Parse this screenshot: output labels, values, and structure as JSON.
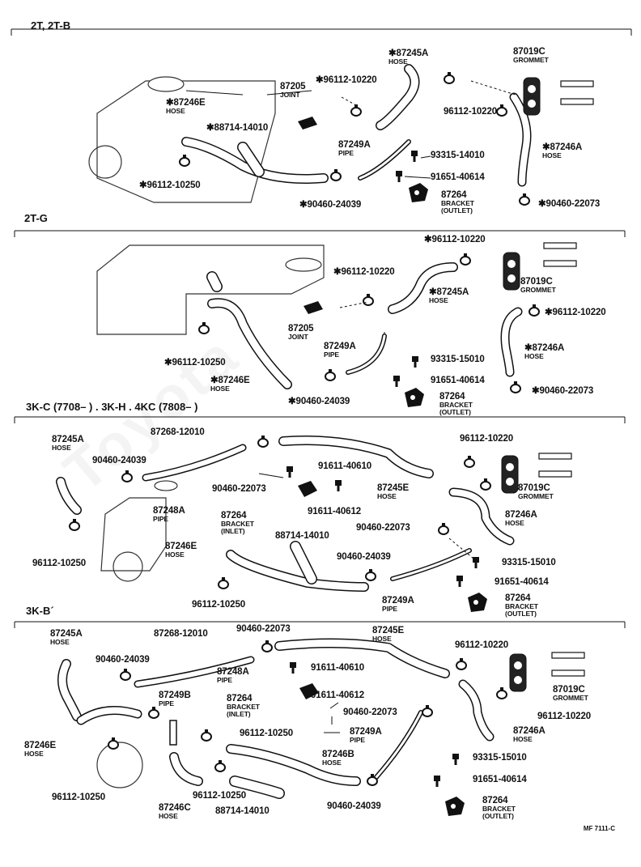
{
  "watermark": "Toyota",
  "figure_code": "MF 7111-C",
  "sections": [
    {
      "title": "2T, 2T-B",
      "labels": [
        {
          "id": "s1-87245a",
          "num": "✱87245A",
          "sub": "HOSE"
        },
        {
          "id": "s1-87019c",
          "num": "87019C",
          "sub": "GROMMET"
        },
        {
          "id": "s1-96112-10220a",
          "num": "✱96112-10220",
          "sub": ""
        },
        {
          "id": "s1-87205",
          "num": "87205",
          "sub": "JOINT"
        },
        {
          "id": "s1-87246e",
          "num": "✱87246E",
          "sub": "HOSE"
        },
        {
          "id": "s1-96112-10220b",
          "num": "96112-10220",
          "sub": ""
        },
        {
          "id": "s1-88714",
          "num": "✱88714-14010",
          "sub": ""
        },
        {
          "id": "s1-87246a",
          "num": "✱87246A",
          "sub": "HOSE"
        },
        {
          "id": "s1-87249a",
          "num": "87249A",
          "sub": "PIPE"
        },
        {
          "id": "s1-93315",
          "num": "93315-14010",
          "sub": ""
        },
        {
          "id": "s1-91651",
          "num": "91651-40614",
          "sub": ""
        },
        {
          "id": "s1-96112-10250",
          "num": "✱96112-10250",
          "sub": ""
        },
        {
          "id": "s1-87264",
          "num": "87264",
          "sub": "BRACKET\n(OUTLET)"
        },
        {
          "id": "s1-90460-22073",
          "num": "✱90460-22073",
          "sub": ""
        },
        {
          "id": "s1-90460-24039",
          "num": "✱90460-24039",
          "sub": ""
        }
      ]
    },
    {
      "title": "2T-G",
      "labels": [
        {
          "id": "s2-96112-10220a",
          "num": "✱96112-10220",
          "sub": ""
        },
        {
          "id": "s2-96112-10220b",
          "num": "✱96112-10220",
          "sub": ""
        },
        {
          "id": "s2-87019c",
          "num": "87019C",
          "sub": "GROMMET"
        },
        {
          "id": "s2-87245a",
          "num": "✱87245A",
          "sub": "HOSE"
        },
        {
          "id": "s2-96112-10220c",
          "num": "✱96112-10220",
          "sub": ""
        },
        {
          "id": "s2-87205",
          "num": "87205",
          "sub": "JOINT"
        },
        {
          "id": "s2-87249a",
          "num": "87249A",
          "sub": "PIPE"
        },
        {
          "id": "s2-87246a",
          "num": "✱87246A",
          "sub": "HOSE"
        },
        {
          "id": "s2-93315",
          "num": "93315-15010",
          "sub": ""
        },
        {
          "id": "s2-96112-10250",
          "num": "✱96112-10250",
          "sub": ""
        },
        {
          "id": "s2-91651",
          "num": "91651-40614",
          "sub": ""
        },
        {
          "id": "s2-87246e",
          "num": "✱87246E",
          "sub": "HOSE"
        },
        {
          "id": "s2-90460-22073",
          "num": "✱90460-22073",
          "sub": ""
        },
        {
          "id": "s2-87264",
          "num": "87264",
          "sub": "BRACKET\n(OUTLET)"
        },
        {
          "id": "s2-90460-24039",
          "num": "✱90460-24039",
          "sub": ""
        }
      ]
    },
    {
      "title": "3K-C (7708–        ) . 3K-H . 4KC (7808–        )",
      "labels": [
        {
          "id": "s3-87268",
          "num": "87268-12010",
          "sub": ""
        },
        {
          "id": "s3-87245a",
          "num": "87245A",
          "sub": "HOSE"
        },
        {
          "id": "s3-96112-10220",
          "num": "96112-10220",
          "sub": ""
        },
        {
          "id": "s3-90460-24039a",
          "num": "90460-24039",
          "sub": ""
        },
        {
          "id": "s3-91611-40610",
          "num": "91611-40610",
          "sub": ""
        },
        {
          "id": "s3-90460-22073a",
          "num": "90460-22073",
          "sub": ""
        },
        {
          "id": "s3-87245e",
          "num": "87245E",
          "sub": "HOSE"
        },
        {
          "id": "s3-87019c",
          "num": "87019C",
          "sub": "GROMMET"
        },
        {
          "id": "s3-87248a",
          "num": "87248A",
          "sub": "PIPE"
        },
        {
          "id": "s3-91611-40612",
          "num": "91611-40612",
          "sub": ""
        },
        {
          "id": "s3-87246a",
          "num": "87246A",
          "sub": "HOSE"
        },
        {
          "id": "s3-87264a",
          "num": "87264",
          "sub": "BRACKET\n(INLET)"
        },
        {
          "id": "s3-90460-22073b",
          "num": "90460-22073",
          "sub": ""
        },
        {
          "id": "s3-88714",
          "num": "88714-14010",
          "sub": ""
        },
        {
          "id": "s3-87246e",
          "num": "87246E",
          "sub": "HOSE"
        },
        {
          "id": "s3-96112-10250a",
          "num": "96112-10250",
          "sub": ""
        },
        {
          "id": "s3-90460-24039b",
          "num": "90460-24039",
          "sub": ""
        },
        {
          "id": "s3-93315",
          "num": "93315-15010",
          "sub": ""
        },
        {
          "id": "s3-91651",
          "num": "91651-40614",
          "sub": ""
        },
        {
          "id": "s3-96112-10250b",
          "num": "96112-10250",
          "sub": ""
        },
        {
          "id": "s3-87249a",
          "num": "87249A",
          "sub": "PIPE"
        },
        {
          "id": "s3-87264b",
          "num": "87264",
          "sub": "BRACKET\n(OUTLET)"
        }
      ]
    },
    {
      "title": "3K-B´",
      "labels": [
        {
          "id": "s4-87245a",
          "num": "87245A",
          "sub": "HOSE"
        },
        {
          "id": "s4-87268",
          "num": "87268-12010",
          "sub": ""
        },
        {
          "id": "s4-90460-22073a",
          "num": "90460-22073",
          "sub": ""
        },
        {
          "id": "s4-87245e",
          "num": "87245E",
          "sub": "HOSE"
        },
        {
          "id": "s4-90460-24039a",
          "num": "90460-24039",
          "sub": ""
        },
        {
          "id": "s4-96112-10220a",
          "num": "96112-10220",
          "sub": ""
        },
        {
          "id": "s4-91611-40610",
          "num": "91611-40610",
          "sub": ""
        },
        {
          "id": "s4-87248a",
          "num": "87248A",
          "sub": "PIPE"
        },
        {
          "id": "s4-87249b",
          "num": "87249B",
          "sub": "PIPE"
        },
        {
          "id": "s4-87019c",
          "num": "87019C",
          "sub": "GROMMET"
        },
        {
          "id": "s4-87264a",
          "num": "87264",
          "sub": "BRACKET\n(INLET)"
        },
        {
          "id": "s4-91611-40612",
          "num": "91611-40612",
          "sub": ""
        },
        {
          "id": "s4-96112-10220b",
          "num": "96112-10220",
          "sub": ""
        },
        {
          "id": "s4-90460-22073b",
          "num": "90460-22073",
          "sub": ""
        },
        {
          "id": "s4-87246e",
          "num": "87246E",
          "sub": "HOSE"
        },
        {
          "id": "s4-96112-10250a",
          "num": "96112-10250",
          "sub": ""
        },
        {
          "id": "s4-87249a",
          "num": "87249A",
          "sub": "PIPE"
        },
        {
          "id": "s4-87246b",
          "num": "87246B",
          "sub": "HOSE"
        },
        {
          "id": "s4-87246a",
          "num": "87246A",
          "sub": "HOSE"
        },
        {
          "id": "s4-93315",
          "num": "93315-15010",
          "sub": ""
        },
        {
          "id": "s4-96112-10250b",
          "num": "96112-10250",
          "sub": ""
        },
        {
          "id": "s4-96112-10250c",
          "num": "96112-10250",
          "sub": ""
        },
        {
          "id": "s4-91651",
          "num": "91651-40614",
          "sub": ""
        },
        {
          "id": "s4-87246c",
          "num": "87246C",
          "sub": "HOSE"
        },
        {
          "id": "s4-88714",
          "num": "88714-14010",
          "sub": ""
        },
        {
          "id": "s4-90460-24039b",
          "num": "90460-24039",
          "sub": ""
        },
        {
          "id": "s4-87264b",
          "num": "87264",
          "sub": "BRACKET\n(OUTLET)"
        }
      ]
    }
  ]
}
